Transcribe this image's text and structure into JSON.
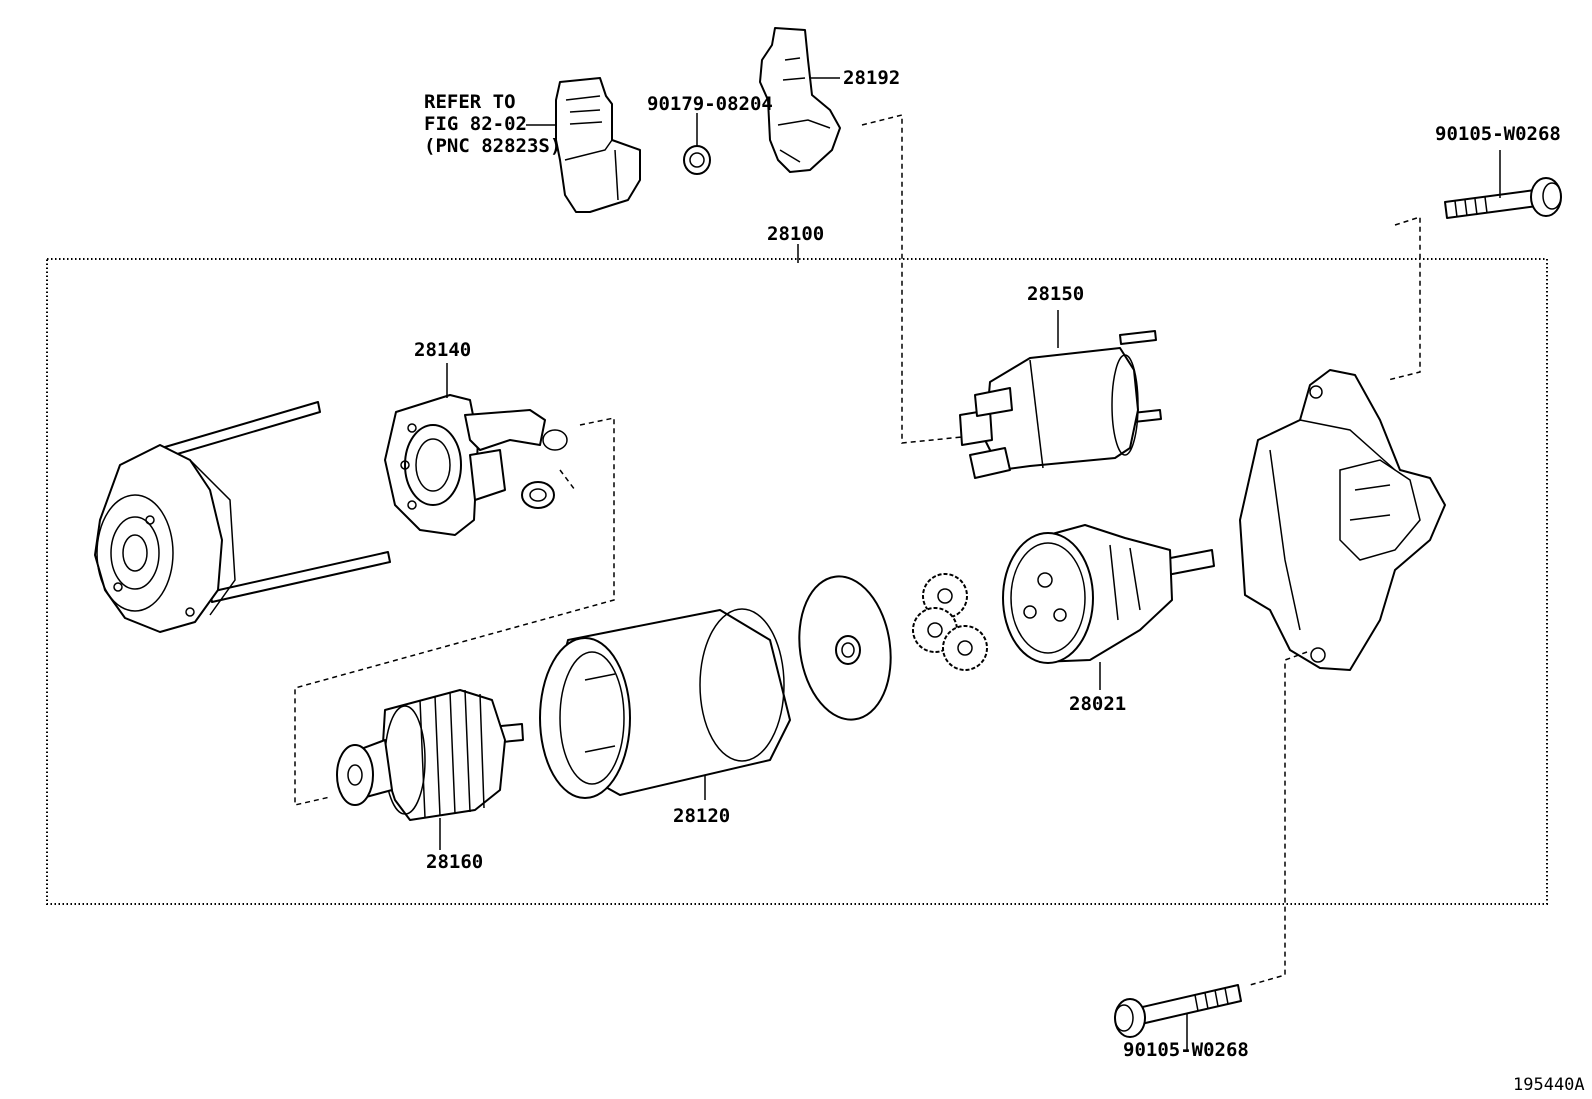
{
  "labels": {
    "refer_line1": "REFER TO",
    "refer_line2": "FIG 82-02",
    "refer_line3": "(PNC 82823S)",
    "p90179": "90179-08204",
    "p28192": "28192",
    "p90105_top": "90105-W0268",
    "p28100": "28100",
    "p28150": "28150",
    "p28140": "28140",
    "p28021": "28021",
    "p28120": "28120",
    "p28160": "28160",
    "p90105_bottom": "90105-W0268",
    "figure_id": "195440A"
  }
}
